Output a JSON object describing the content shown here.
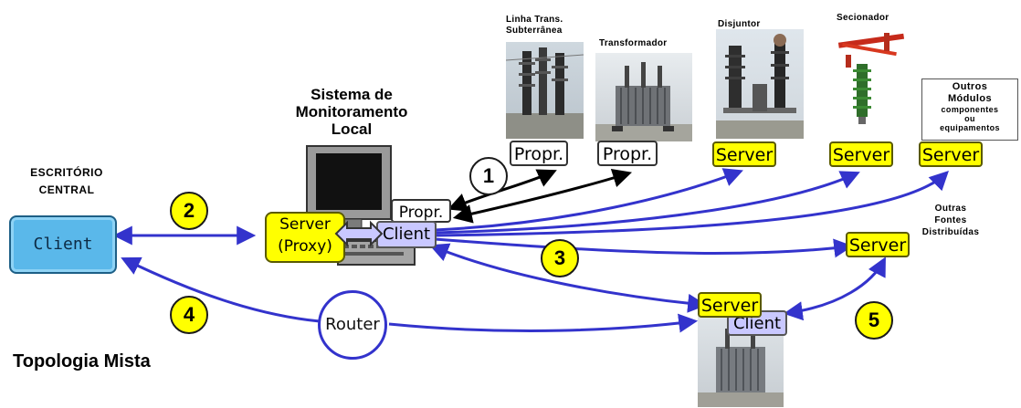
{
  "colors": {
    "link_blue": "#3333cc",
    "link_black": "#000000",
    "server_yellow": "#ffff00",
    "client_lavender": "#c9c8ff",
    "office_blue": "#5ab8ea"
  },
  "labels": {
    "linha_trans": "Linha Trans.",
    "subterranea": "Subterrânea",
    "transformador": "Transformador",
    "disjuntor": "Disjuntor",
    "secionador": "Secionador",
    "outros_modulos": [
      "Outros",
      "Módulos",
      "componentes",
      "ou",
      "equipamentos"
    ],
    "outras_fontes": [
      "Outras",
      "Fontes",
      "Distribuídas"
    ],
    "sistema": [
      "Sistema de",
      "Monitoramento",
      "Local"
    ],
    "escritorio": [
      "ESCRITÓRIO",
      "CENTRAL"
    ],
    "topologia": "Topologia Mista"
  },
  "nodes": {
    "office_client": "Client",
    "proxy_server": [
      "Server",
      "(Proxy)"
    ],
    "local_client": "Client",
    "local_propr": "Propr.",
    "propr_1": "Propr.",
    "propr_2": "Propr.",
    "server_disjuntor": "Server",
    "server_secionador": "Server",
    "server_outros": "Server",
    "server_fontes": "Server",
    "remote_server": "Server",
    "remote_client": "Client",
    "router": "Router"
  },
  "badges": [
    "1",
    "2",
    "3",
    "4",
    "5"
  ],
  "icons": {
    "photo_1": "underground-line-photo",
    "photo_2": "transformer-photo",
    "photo_3": "circuit-breaker-photo",
    "photo_4": "disconnector-photo",
    "photo_5": "remote-transformer-photo",
    "computer": "computer-icon"
  }
}
